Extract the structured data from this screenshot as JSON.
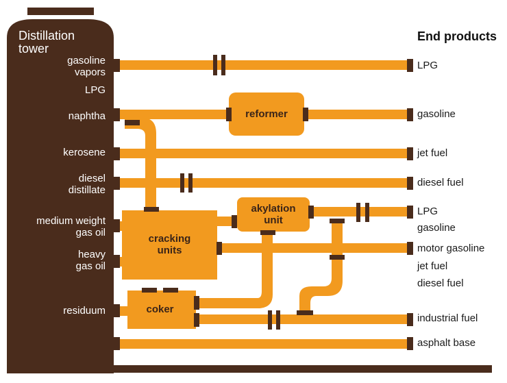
{
  "colors": {
    "tower": "#4a2c1c",
    "pipe": "#f29a1f",
    "valve": "#4a2c1c",
    "unit_text": "#3a2418",
    "label_dark": "#1a1a1a"
  },
  "tower": {
    "title_line1": "Distillation",
    "title_line2": "tower"
  },
  "fractions": {
    "gasoline_vapors_l1": "gasoline",
    "gasoline_vapors_l2": "vapors",
    "lpg": "LPG",
    "naphtha": "naphtha",
    "kerosene": "kerosene",
    "diesel_l1": "diesel",
    "diesel_l2": "distillate",
    "mwgo_l1": "medium weight",
    "mwgo_l2": "gas oil",
    "hgo_l1": "heavy",
    "hgo_l2": "gas oil",
    "residuum": "residuum"
  },
  "units": {
    "reformer": "reformer",
    "akylation_l1": "akylation",
    "akylation_l2": "unit",
    "cracking_l1": "cracking",
    "cracking_l2": "units",
    "coker": "coker"
  },
  "end_products": {
    "header": "End products",
    "lpg_top": "LPG",
    "gasoline_top": "gasoline",
    "jet_fuel_top": "jet fuel",
    "diesel_fuel_top": "diesel fuel",
    "lpg_mid": "LPG",
    "gasoline_mid": "gasoline",
    "motor_gasoline": "motor gasoline",
    "jet_fuel_mid": "jet fuel",
    "diesel_fuel_mid": "diesel fuel",
    "industrial_fuel": "industrial fuel",
    "asphalt_base": "asphalt base"
  }
}
